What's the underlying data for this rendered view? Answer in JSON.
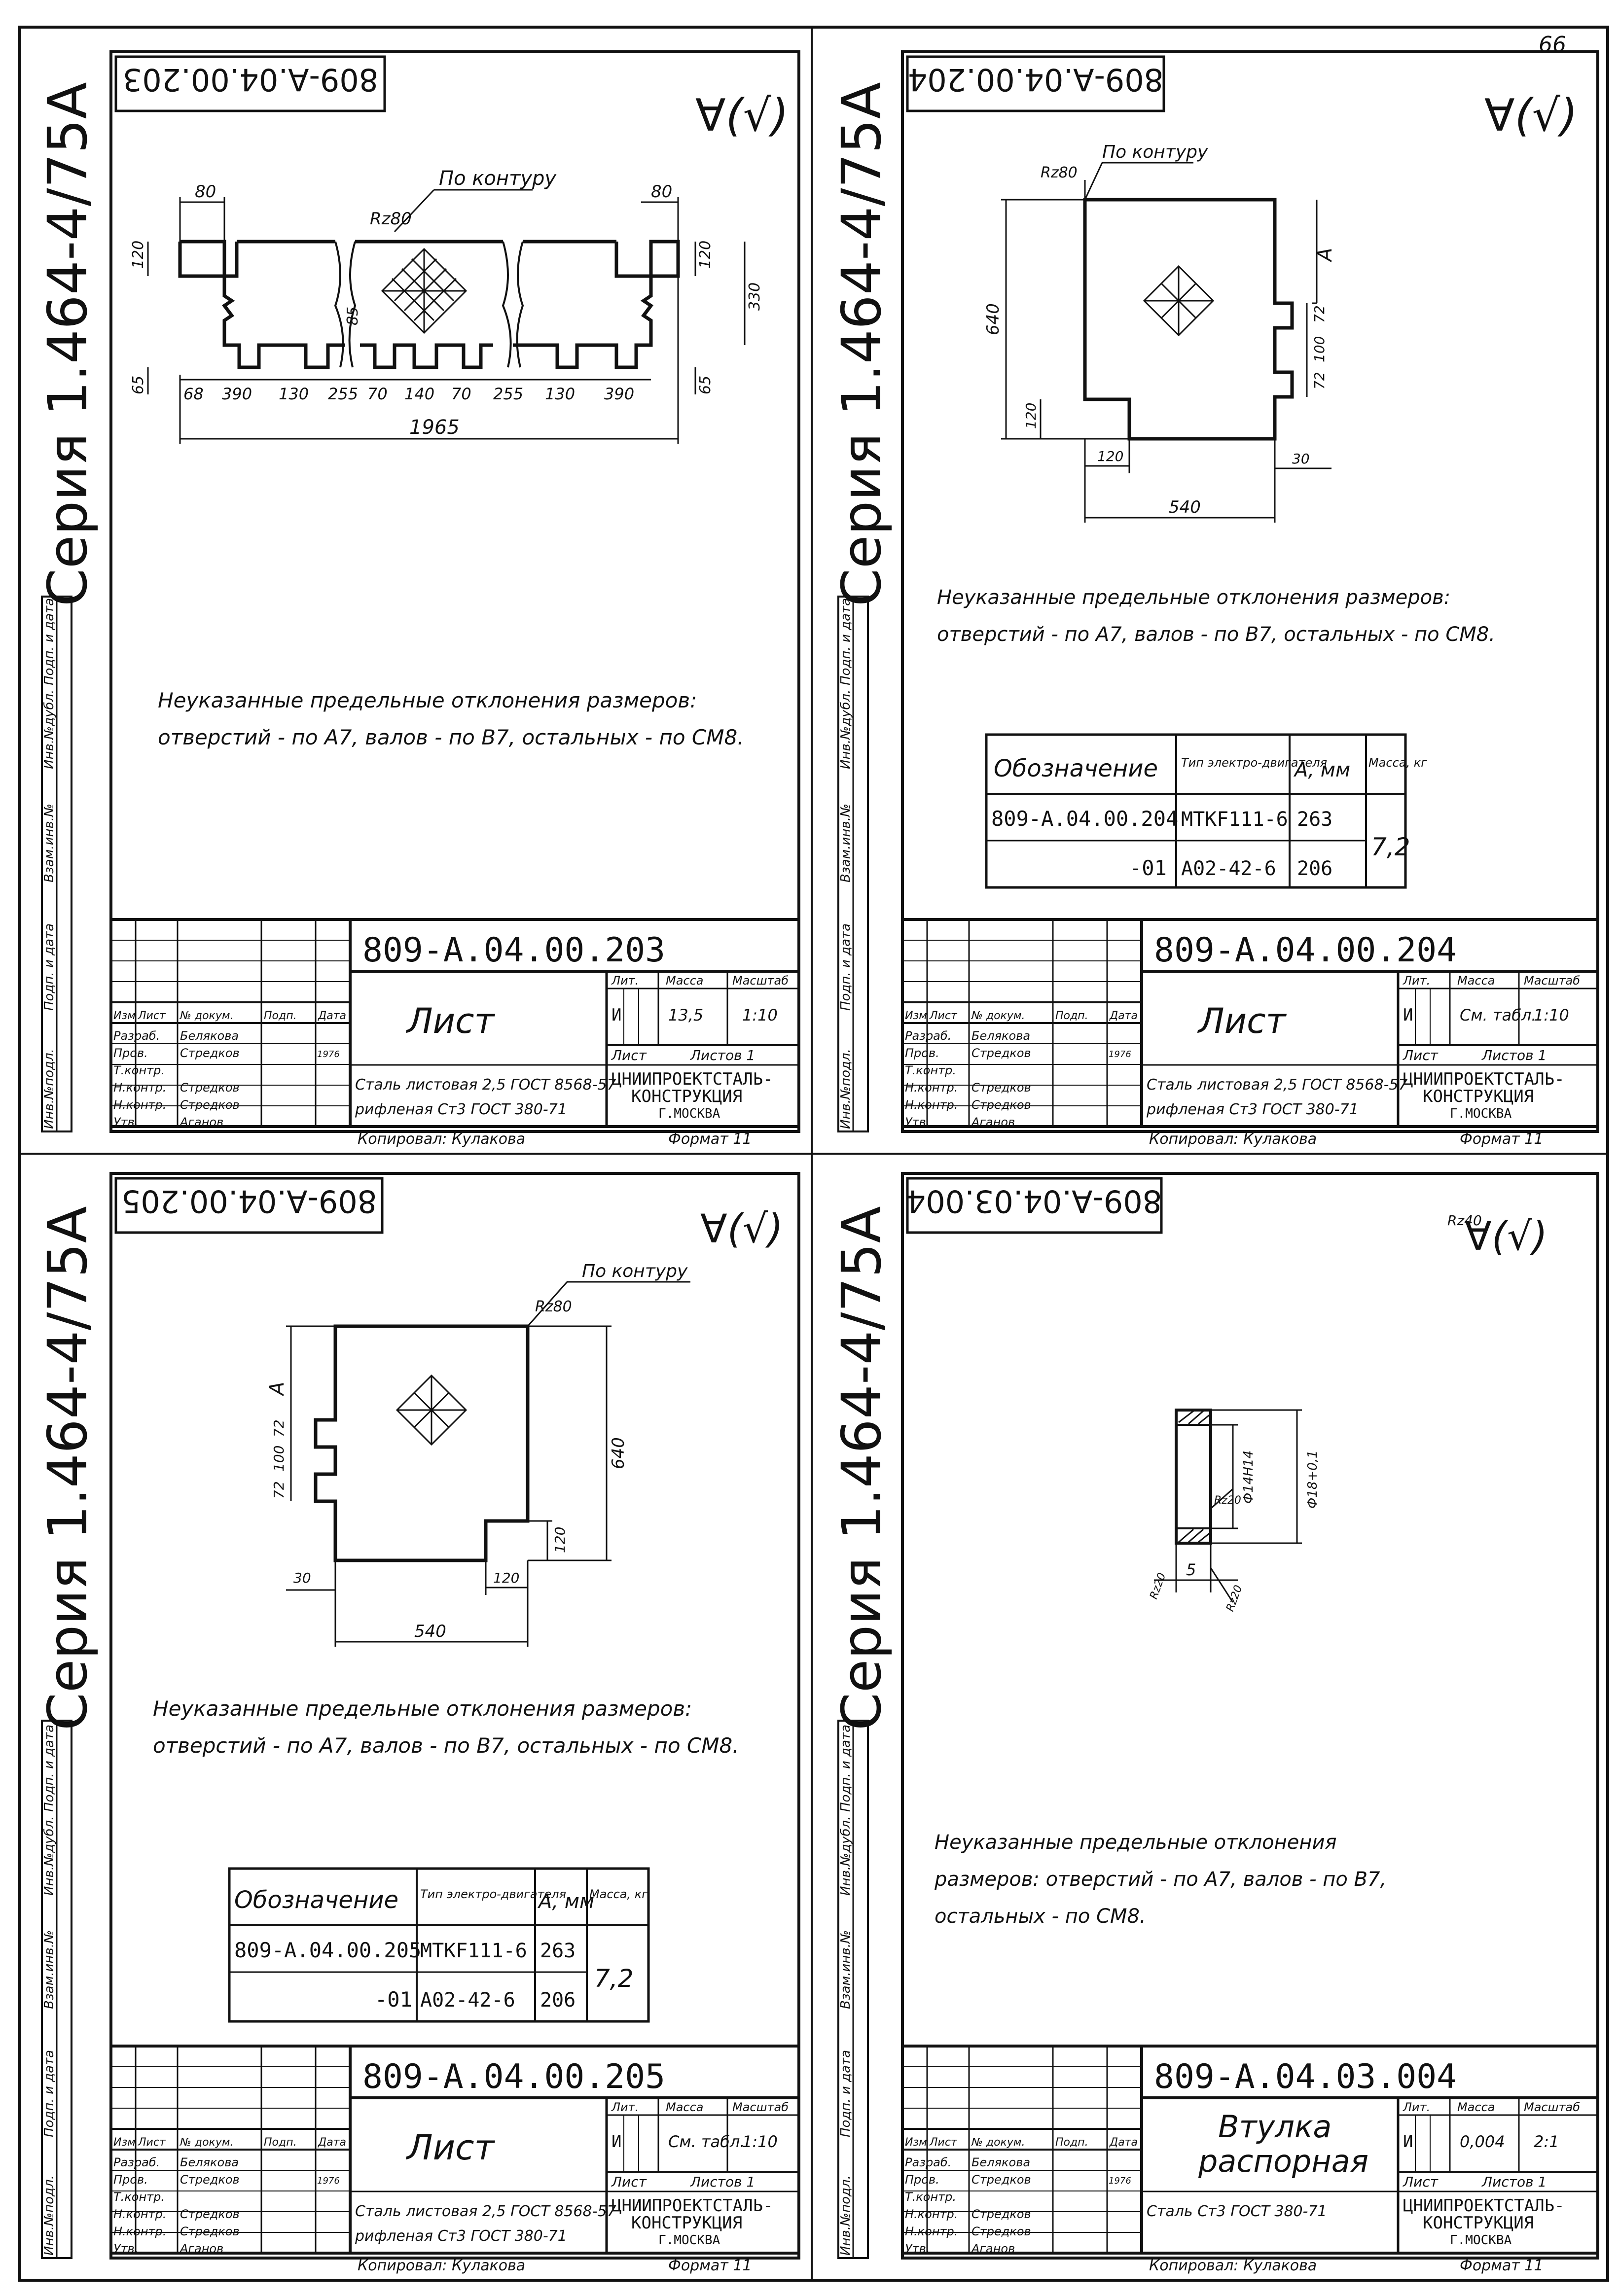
{
  "page_number": "66",
  "series_label": "Серия 1.464-4/75А",
  "side_stamp": [
    "Инв.№подл.",
    "Подп. и дата",
    "Взам.инв.№",
    "Инв.№дубл.",
    "Подп. и дата"
  ],
  "roughness_symbol": "∀(√)",
  "sheets": [
    {
      "code": "809-А.04.00.203",
      "stamp_code_mirrored": "809-А.04.00.203",
      "title": "Лист",
      "lit": "И",
      "mass": "13,5",
      "scale": "1:10",
      "material_line1": "Сталь листовая 2,5 ГОСТ 8568-57",
      "material_line2": "рифленая Ст3 ГОСТ 380-71",
      "notes_line1": "Неуказанные предельные отклонения размеров:",
      "notes_line2": "отверстий - по А7, валов - по В7, остальных - по СМ8.",
      "roughness": "Rz80",
      "contour_label": "По контуру",
      "dims": {
        "top_left": "80",
        "top_right": "80",
        "h_left": "120",
        "h_right": "120",
        "h_total": "330",
        "h_inner": "85",
        "bottom_left": "65",
        "bottom_right": "65",
        "chain": [
          "68",
          "390",
          "130",
          "255",
          "70",
          "140",
          "70",
          "255",
          "130",
          "390"
        ],
        "total": "1965"
      }
    },
    {
      "code": "809-А.04.00.204",
      "stamp_code_mirrored": "809-А.04.00.204",
      "title": "Лист",
      "lit": "И",
      "mass": "См. табл.",
      "scale": "1:10",
      "material_line1": "Сталь листовая 2,5 ГОСТ 8568-57",
      "material_line2": "рифленая Ст3 ГОСТ 380-71",
      "notes_line1": "Неуказанные предельные отклонения размеров:",
      "notes_line2": "отверстий - по А7, валов - по В7, остальных - по СМ8.",
      "roughness": "Rz80",
      "contour_label": "По контуру",
      "dims": {
        "height": "640",
        "a": "А",
        "tab1": "72",
        "tab2": "100",
        "tab3": "72",
        "notch_h": "120",
        "notch_w": "120",
        "tab_depth": "30",
        "width": "540"
      },
      "table": {
        "headers": [
          "Обозначение",
          "Тип электро-двигателя",
          "А, мм",
          "Масса, кг"
        ],
        "rows": [
          [
            "809-А.04.00.204",
            "МТКF111-6",
            "263",
            "7,2"
          ],
          [
            "-01",
            "А02-42-6",
            "206",
            ""
          ]
        ]
      }
    },
    {
      "code": "809-А.04.00.205",
      "stamp_code_mirrored": "809-А.04.00.205",
      "title": "Лист",
      "lit": "И",
      "mass": "См. табл.",
      "scale": "1:10",
      "material_line1": "Сталь листовая 2,5 ГОСТ 8568-57",
      "material_line2": "рифленая Ст3 ГОСТ 380-71",
      "notes_line1": "Неуказанные предельные отклонения размеров:",
      "notes_line2": "отверстий - по А7, валов - по В7, остальных - по СМ8.",
      "roughness": "Rz80",
      "contour_label": "По контуру",
      "dims": {
        "height": "640",
        "a": "А",
        "tab1": "72",
        "tab2": "100",
        "tab3": "72",
        "notch_h": "120",
        "notch_w": "120",
        "tab_depth": "30",
        "width": "540"
      },
      "table": {
        "headers": [
          "Обозначение",
          "Тип электро-двигателя",
          "А, мм",
          "Масса, кг"
        ],
        "rows": [
          [
            "809-А.04.00.205",
            "МТКF111-6",
            "263",
            "7,2"
          ],
          [
            "-01",
            "А02-42-6",
            "206",
            ""
          ]
        ]
      }
    },
    {
      "code": "809-А.04.03.004",
      "stamp_code_mirrored": "809-А.04.03.004",
      "title_line1": "Втулка",
      "title_line2": "распорная",
      "lit": "И",
      "mass": "0,004",
      "scale": "2:1",
      "material_line1": "Сталь Ст3 ГОСТ 380-71",
      "material_line2": "",
      "notes_line1": "Неуказанные предельные отклонения",
      "notes_line2": "размеров: отверстий - по А7, валов - по В7,",
      "notes_line3": "остальных - по СМ8.",
      "roughness": "Rz40",
      "dims": {
        "inner_d": "Ф14Н14",
        "outer_d": "Ф18+0,1",
        "length": "5",
        "rz_a": "Rz20",
        "rz_b": "Rz20",
        "rz_c": "Rz20"
      }
    }
  ],
  "stamp": {
    "hdr_izm": "Изм",
    "hdr_list": "Лист",
    "hdr_doc": "№ докум.",
    "hdr_sign": "Подп.",
    "hdr_date": "Дата",
    "roles": [
      "Разраб.",
      "Пров.",
      "Т.контр.",
      "Н.контр.",
      "Н.контр.",
      "Утв."
    ],
    "names": [
      "Белякова",
      "Стредков",
      "",
      "Стредков",
      "Стредков",
      "Аганов"
    ],
    "year": "1976",
    "lit_label": "Лит.",
    "mass_label": "Масса",
    "scale_label": "Масштаб",
    "sheet_label": "Лист",
    "sheets_label": "Листов 1",
    "org_line1": "ЦНИИПРОЕКТСТАЛЬ-",
    "org_line2": "КОНСТРУКЦИЯ",
    "org_line3": "Г.МОСКВА",
    "copied": "Копировал: Кулакова",
    "format": "Формат 11"
  },
  "colors": {
    "ink": "#111111",
    "paper": "#ffffff"
  }
}
